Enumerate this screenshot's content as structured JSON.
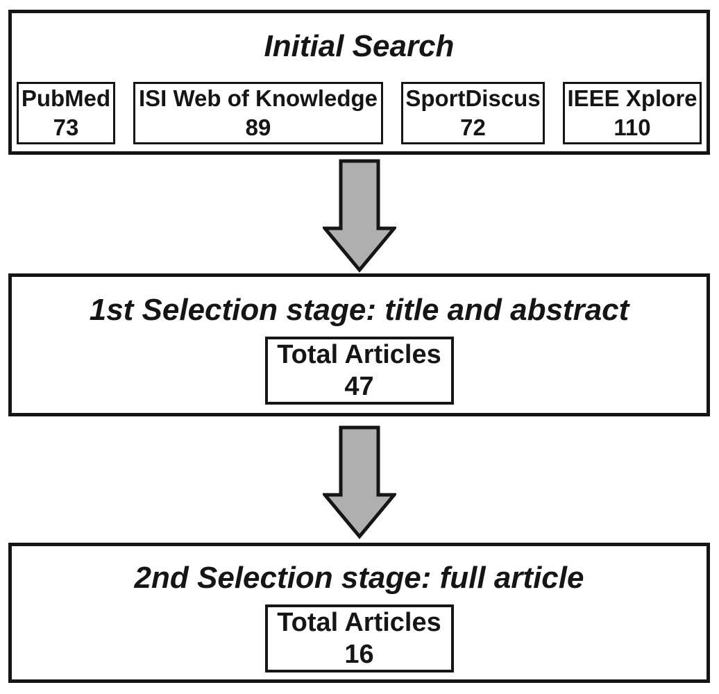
{
  "flowchart": {
    "stages": [
      {
        "title": "Initial Search",
        "sources": [
          {
            "name": "PubMed",
            "count": "73"
          },
          {
            "name": "ISI Web of Knowledge",
            "count": "89"
          },
          {
            "name": "SportDiscus",
            "count": "72"
          },
          {
            "name": "IEEE Xplore",
            "count": "110"
          }
        ]
      },
      {
        "title": "1st Selection stage: title and abstract",
        "total": {
          "label": "Total Articles",
          "count": "47"
        }
      },
      {
        "title": "2nd Selection stage: full article",
        "total": {
          "label": "Total Articles",
          "count": "16"
        }
      }
    ],
    "icons": [
      {
        "name": "down-arrow-icon",
        "fill": "#AFAFAF",
        "stroke": "#151515"
      },
      {
        "name": "down-arrow-icon",
        "fill": "#AFAFAF",
        "stroke": "#151515"
      }
    ],
    "colors": {
      "border": "#151515",
      "background": "#FFFFFF",
      "arrow_fill": "#AFAFAF"
    }
  }
}
